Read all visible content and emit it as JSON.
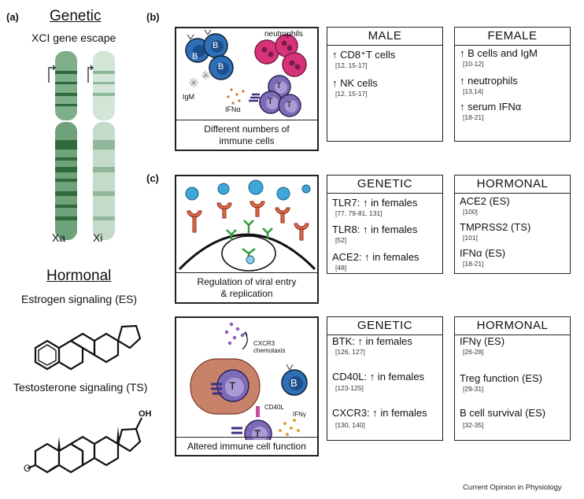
{
  "panel_a": {
    "label": "(a)",
    "genetic_title": "Genetic",
    "xci_label": "XCI gene escape",
    "xa_label": "Xa",
    "xi_label": "Xi",
    "hormonal_title": "Hormonal",
    "estrogen_label": "Estrogen signaling (ES)",
    "testosterone_label": "Testosterone signaling (TS)",
    "oh_label": "OH",
    "o_label": "O"
  },
  "panel_b": {
    "label": "(b)",
    "illustration": {
      "neutrophils": "neutrophils",
      "igm": "IgM",
      "ifna": "IFNα",
      "b": "B",
      "t": "T",
      "caption_line1": "Different numbers of",
      "caption_line2": "immune cells"
    },
    "male": {
      "header": "MALE",
      "entries": [
        {
          "text": "↑ CD8⁺T cells",
          "ref": "[12, 15-17]"
        },
        {
          "text": "↑ NK cells",
          "ref": "[12, 15-17]"
        }
      ]
    },
    "female": {
      "header": "FEMALE",
      "entries": [
        {
          "text": "↑ B cells and IgM",
          "ref": "[10-12]"
        },
        {
          "text": "↑ neutrophils",
          "ref": "[13,14]"
        },
        {
          "text": "↑ serum IFNα",
          "ref": "[18-21]"
        }
      ]
    }
  },
  "panel_c": {
    "label": "(c)",
    "viral": {
      "caption_line1": "Regulation of viral entry",
      "caption_line2": "& replication"
    },
    "genetic1": {
      "header": "GENETIC",
      "entries": [
        {
          "text": "TLR7: ↑ in females",
          "ref": "[77, 79-81, 131]"
        },
        {
          "text": "TLR8: ↑ in females",
          "ref": "[52]"
        },
        {
          "text": "ACE2: ↑ in females",
          "ref": "[48]"
        }
      ]
    },
    "hormonal1": {
      "header": "HORMONAL",
      "entries": [
        {
          "text": "ACE2 (ES)",
          "ref": "[100]"
        },
        {
          "text": "TMPRSS2 (TS)",
          "ref": "[101]"
        },
        {
          "text": "IFNα (ES)",
          "ref": "[18-21]"
        }
      ]
    },
    "function": {
      "cxcr3": "CXCR3",
      "chemotaxis": "chemotaxis",
      "cd40l": "CD40L",
      "ifng": "IFNγ",
      "t": "T",
      "b": "B",
      "caption": "Altered immune cell function"
    },
    "genetic2": {
      "header": "GENETIC",
      "entries": [
        {
          "text": "BTK: ↑ in females",
          "ref": "[126, 127]"
        },
        {
          "text": "CD40L: ↑ in females",
          "ref": "[123-125]"
        },
        {
          "text": "CXCR3: ↑ in females",
          "ref": "[130, 140]"
        }
      ]
    },
    "hormonal2": {
      "header": "HORMONAL",
      "entries": [
        {
          "text": "IFNγ (ES)",
          "ref": "[26-28]"
        },
        {
          "text": "Treg function (ES)",
          "ref": "[29-31]"
        },
        {
          "text": "B cell survival (ES)",
          "ref": "[32-35]"
        }
      ]
    }
  },
  "footer": "Current Opinion in Physiology",
  "colors": {
    "xa_dark": "#3f7a4d",
    "xa_light": "#7fae8a",
    "xi_light": "#b7d3bd",
    "b_cell": "#2f6fb7",
    "t_cell": "#7d6bb5",
    "neutrophil": "#d8337a",
    "virus": "#3fa6d8",
    "receptor": "#e06a4a",
    "tlr": "#2e9b3a",
    "ifn_dots": "#c9772f",
    "macrophage": "#c9826a"
  }
}
